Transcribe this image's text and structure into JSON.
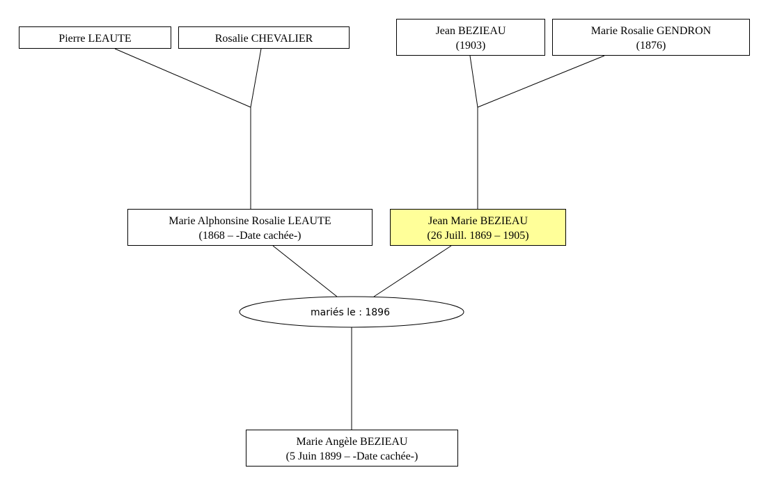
{
  "tree": {
    "persons": {
      "pierre_leaute": {
        "lines": [
          "Pierre LEAUTE"
        ]
      },
      "rosalie_chevalier": {
        "lines": [
          "Rosalie CHEVALIER"
        ]
      },
      "jean_bezieau_sr": {
        "lines": [
          "Jean BEZIEAU",
          "(1903)"
        ]
      },
      "marie_rosalie_gendron": {
        "lines": [
          "Marie Rosalie GENDRON",
          "(1876)"
        ]
      },
      "marie_alphonsine": {
        "lines": [
          "Marie Alphonsine Rosalie LEAUTE",
          "(1868 – -Date cachée-)"
        ]
      },
      "jean_marie_bezieau": {
        "lines": [
          "Jean Marie BEZIEAU",
          "(26 Juill. 1869 – 1905)"
        ],
        "highlight": true
      },
      "marie_angele": {
        "lines": [
          "Marie Angèle BEZIEAU",
          "(5 Juin 1899 – -Date cachée-)"
        ]
      }
    },
    "union": {
      "label": "mariés le : 1896"
    },
    "highlight_color": "#ffff99"
  }
}
